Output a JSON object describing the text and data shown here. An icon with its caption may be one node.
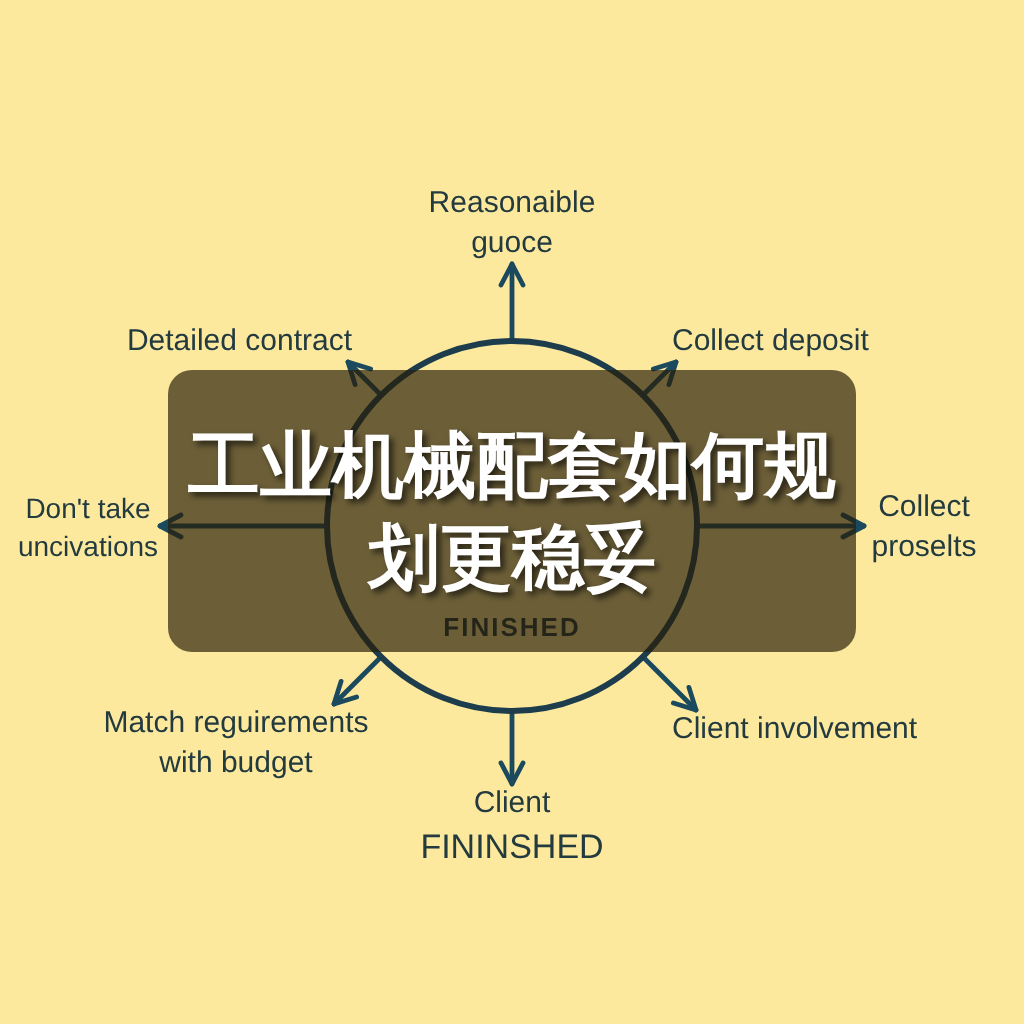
{
  "diagram": {
    "title": "工业机械配套如何规划更稳妥",
    "nodes": [
      {
        "text": [
          "FINISHED"
        ]
      },
      {
        "text": [
          "Reasonaible guoce"
        ]
      },
      {
        "text": [
          "Detailed contract"
        ]
      },
      {
        "text": [
          "Collect deposit"
        ]
      },
      {
        "text": [
          "Don't take uncivations"
        ]
      },
      {
        "text": [
          "Collect proselts"
        ]
      },
      {
        "text": [
          "Match reguirements with budget"
        ]
      },
      {
        "text": [
          "Client involvement"
        ]
      },
      {
        "text": [
          "Client",
          "FININSHED"
        ]
      }
    ],
    "edges": [
      {
        "from": 0,
        "to": 1,
        "arrow": "to"
      },
      {
        "from": 0,
        "to": 2,
        "arrow": "to"
      },
      {
        "from": 0,
        "to": 3,
        "arrow": "to"
      },
      {
        "from": 0,
        "to": 4,
        "arrow": "to"
      },
      {
        "from": 0,
        "to": 5,
        "arrow": "to"
      },
      {
        "from": 0,
        "to": 6,
        "arrow": "to"
      },
      {
        "from": 0,
        "to": 7,
        "arrow": "to"
      },
      {
        "from": 0,
        "to": 8,
        "arrow": "to"
      }
    ]
  }
}
